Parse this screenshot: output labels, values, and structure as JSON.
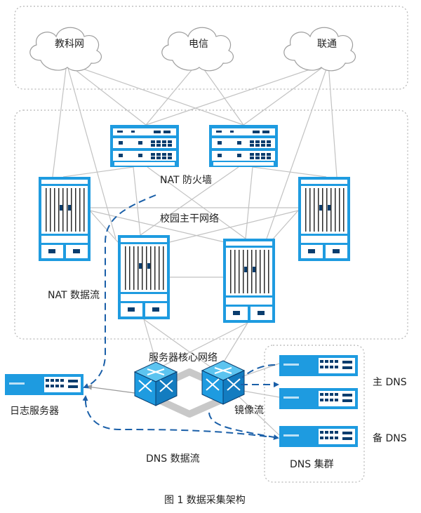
{
  "isps": {
    "edu": "教科网",
    "telecom": "电信",
    "unicom": "联通"
  },
  "labels": {
    "nat_firewall": "NAT 防火墙",
    "campus_backbone": "校园主干网络",
    "nat_flow": "NAT 数据流",
    "server_core": "服务器核心网络",
    "log_server": "日志服务器",
    "mirror_flow": "镜像流",
    "primary_dns": "主 DNS",
    "backup_dns": "备 DNS",
    "dns_flow": "DNS 数据流",
    "dns_cluster": "DNS 集群"
  },
  "caption": "图 1  数据采集架构",
  "colors": {
    "device_blue": "#1e9be0",
    "device_dark": "#0a3d6e",
    "flow_blue": "#1a5fa8",
    "link_gray": "#bdbdbd",
    "frame_gray": "#b5b5b5"
  }
}
